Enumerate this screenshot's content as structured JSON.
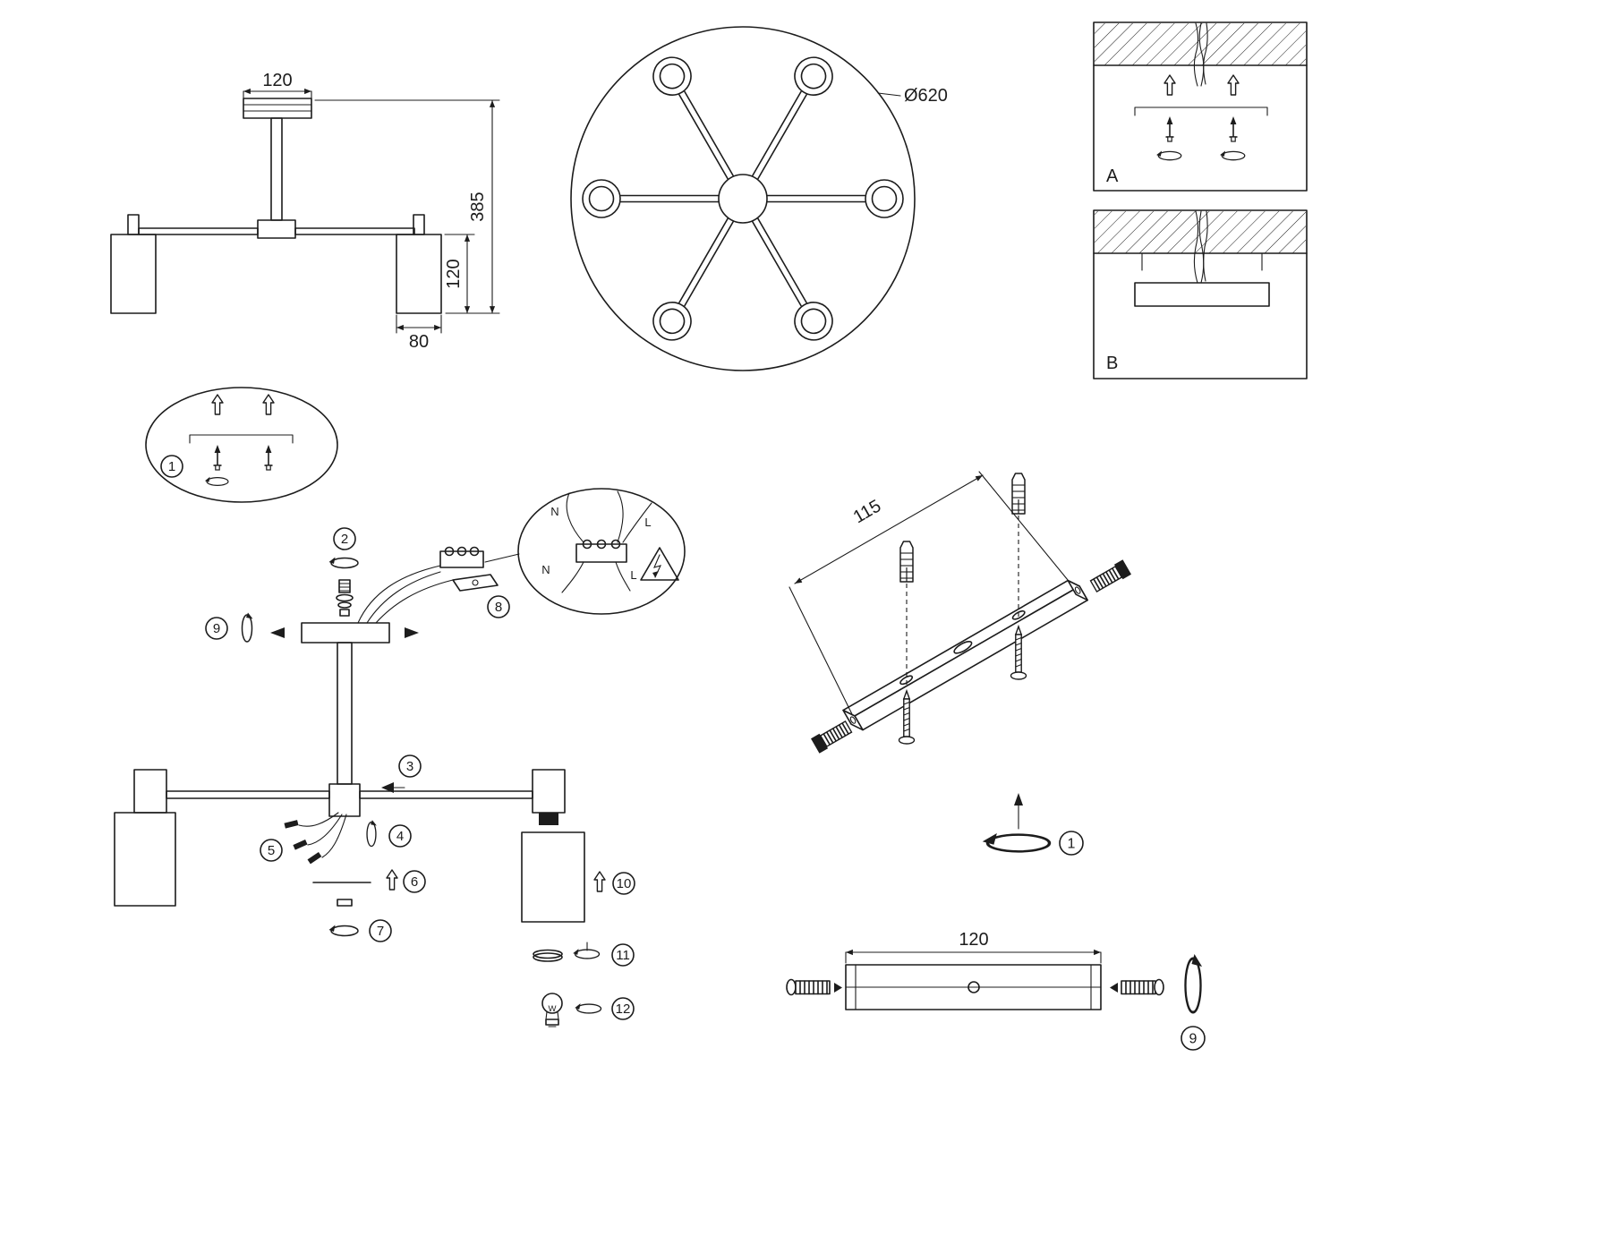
{
  "colors": {
    "line": "#1c1c1c",
    "background": "#ffffff"
  },
  "side_view": {
    "canopy_width": "120",
    "total_height": "385",
    "shade_height": "120",
    "shade_width": "80"
  },
  "top_view": {
    "diameter": "Ø620"
  },
  "mounting_options": {
    "a": "A",
    "b": "B"
  },
  "bracket_view": {
    "length": "115"
  },
  "rod_view": {
    "length": "120"
  },
  "wiring": {
    "n_top": "N",
    "l_top": "L",
    "n_bottom": "N",
    "l_bottom": "L"
  },
  "bulb_marking": "W",
  "steps": {
    "s1": "1",
    "s2": "2",
    "s3": "3",
    "s4": "4",
    "s5": "5",
    "s6": "6",
    "s7": "7",
    "s8": "8",
    "s9": "9",
    "s10": "10",
    "s11": "11",
    "s12": "12"
  }
}
